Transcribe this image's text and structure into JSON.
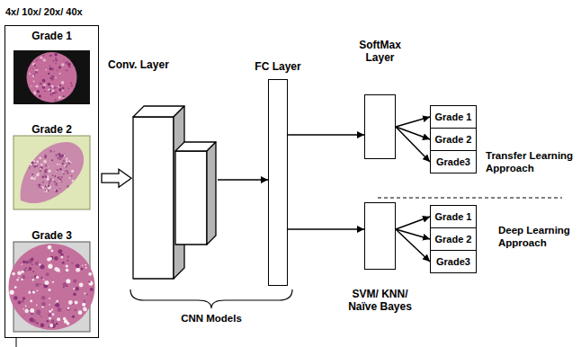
{
  "diagram": {
    "nodes": [
      {
        "text": [
          "4x/ 10x/ 20x/ 40x"
        ]
      },
      {
        "text": [
          "Grade 1"
        ],
        "in": 0
      },
      {
        "text": [
          "Grade 2"
        ],
        "in": 0
      },
      {
        "text": [
          "Grade 3"
        ],
        "in": 0
      },
      {
        "text": [
          "Conv. Layer"
        ]
      },
      {
        "text": [
          "FC Layer"
        ]
      },
      {
        "text": [
          "SoftMax Layer"
        ]
      },
      {
        "text": [
          "Grade 1"
        ]
      },
      {
        "text": [
          "Grade 2"
        ]
      },
      {
        "text": [
          "Grade3"
        ]
      },
      {
        "text": [
          "SVM/ KNN/ Naïve Bayes"
        ]
      },
      {
        "text": [
          "Grade 1"
        ]
      },
      {
        "text": [
          "Grade 2"
        ]
      },
      {
        "text": [
          "Grade3"
        ]
      }
    ],
    "edges": [
      {
        "from": 0,
        "to": 4,
        "arrow": "to"
      },
      {
        "from": 4,
        "to": 5,
        "arrow": "to"
      },
      {
        "from": 5,
        "to": 6,
        "arrow": "to"
      },
      {
        "from": 5,
        "to": 10,
        "arrow": "to"
      },
      {
        "from": 6,
        "to": 7,
        "arrow": "to"
      },
      {
        "from": 6,
        "to": 8,
        "arrow": "to"
      },
      {
        "from": 6,
        "to": 9,
        "arrow": "to"
      },
      {
        "from": 10,
        "to": 11,
        "arrow": "to"
      },
      {
        "from": 10,
        "to": 12,
        "arrow": "to"
      },
      {
        "from": 10,
        "to": 13,
        "arrow": "to"
      }
    ],
    "labels": [
      "Transfer Learning Approach",
      "Deep Learning Approach",
      "CNN Models"
    ]
  }
}
